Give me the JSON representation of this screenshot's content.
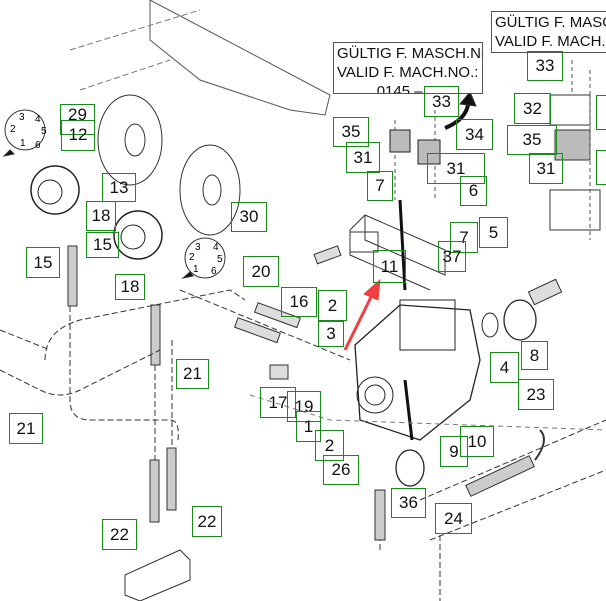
{
  "validity_notes": [
    {
      "line1": "GÜLTIG F. MASCH.Nr.:",
      "line2": "VALID F. MACH.NO.:",
      "line3": "0145 – ..."
    },
    {
      "line1": "GÜLTIG F. MASCH",
      "line2": "VALID F. MACH.N"
    }
  ],
  "callouts": {
    "c29": "29",
    "c12": "12",
    "c13": "13",
    "c18a": "18",
    "c15a": "15",
    "c15b": "15",
    "c18b": "18",
    "c30": "30",
    "c20": "20",
    "c16": "16",
    "c2a": "2",
    "c3": "3",
    "c17": "17",
    "c19": "19",
    "c1": "1",
    "c2b": "2",
    "c26": "26",
    "c36": "36",
    "c11": "11",
    "c33a": "33",
    "c35a": "35",
    "c34": "34",
    "c31a": "31",
    "c31b": "31",
    "c7a": "7",
    "c6": "6",
    "c5": "5",
    "c7b": "7",
    "c37": "37",
    "c33b": "33",
    "c32": "32",
    "c35b": "35",
    "c31c": "31",
    "c8": "8",
    "c4": "4",
    "c23": "23",
    "c10": "10",
    "c9": "9",
    "c24": "24",
    "c21a": "21",
    "c21b": "21",
    "c22a": "22",
    "c22b": "22"
  },
  "dial_numbers": [
    "1",
    "2",
    "3",
    "4",
    "5",
    "6"
  ],
  "colors": {
    "callout_border": "#1a8a1a",
    "highlight_arrow": "#f04040",
    "line_art": "#333333"
  }
}
